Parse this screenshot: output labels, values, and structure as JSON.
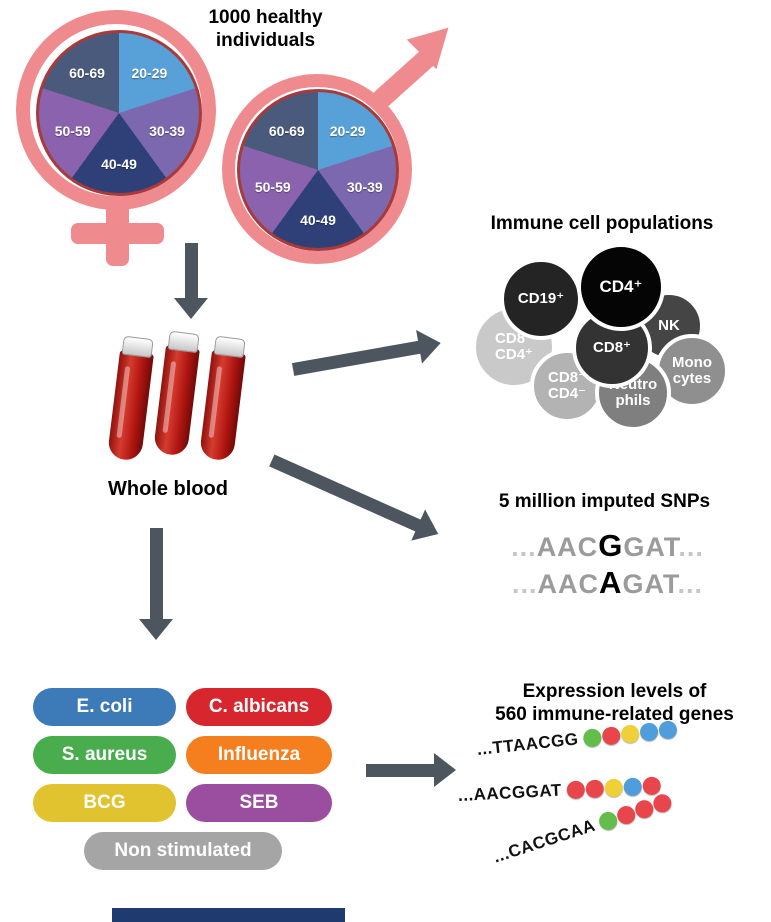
{
  "colors": {
    "gender_pink": "#ef8b8f",
    "arrow_gray": "#4d565f",
    "pie_ring_red": "#a93a3a",
    "blood_red": "#b01510",
    "bottom_panel_navy": "#1e3a6e"
  },
  "header": {
    "title": "1000 healthy individuals"
  },
  "age_pie": {
    "segments": [
      {
        "label": "20-29",
        "color": "#58a0d8"
      },
      {
        "label": "30-39",
        "color": "#7b68ae"
      },
      {
        "label": "40-49",
        "color": "#2e4077"
      },
      {
        "label": "50-59",
        "color": "#8a62ad"
      },
      {
        "label": "60-69",
        "color": "#4a5a7d"
      }
    ]
  },
  "whole_blood": {
    "label": "Whole blood"
  },
  "immune_cells": {
    "title": "Immune cell populations",
    "cells": [
      {
        "label": "CD19⁺",
        "color": "#242424"
      },
      {
        "label": "CD4⁺",
        "color": "#050505"
      },
      {
        "label": "NK",
        "color": "#454545"
      },
      {
        "label": "CD8⁺",
        "color": "#333333"
      },
      {
        "label": "CD8⁺\nCD4⁺",
        "color": "#c9c9c9"
      },
      {
        "label": "CD8⁻\nCD4⁻",
        "color": "#b3b3b3"
      },
      {
        "label": "Neutro\nphils",
        "color": "#7f7f7f"
      },
      {
        "label": "Mono\ncytes",
        "color": "#8f8f8f"
      }
    ]
  },
  "snps": {
    "title": "5 million imputed SNPs",
    "sequences": [
      {
        "lead": "...",
        "pre": "AAC",
        "variant": "G",
        "post": "GAT",
        "trail": "..."
      },
      {
        "lead": "...",
        "pre": "AAC",
        "variant": "A",
        "post": "GAT",
        "trail": "..."
      }
    ]
  },
  "stimulations": {
    "items": [
      {
        "label": "E. coli",
        "color": "#3d7ab8"
      },
      {
        "label": "C. albicans",
        "color": "#d8262f"
      },
      {
        "label": "S. aureus",
        "color": "#49ad4e"
      },
      {
        "label": "Influenza",
        "color": "#f57f1f"
      },
      {
        "label": "BCG",
        "color": "#e0c32e"
      },
      {
        "label": "SEB",
        "color": "#9b4d9f"
      },
      {
        "label": "Non stimulated",
        "color": "#a5a5a5"
      }
    ]
  },
  "expression": {
    "title": "Expression levels of\n560 immune-related genes",
    "dot_palette": {
      "green": "#62bd4a",
      "red": "#e8464b",
      "yellow": "#f0d038",
      "blue": "#4f9ddb"
    },
    "reads": [
      {
        "seq": "...TTAACGG",
        "dots": [
          "#62bd4a",
          "#e8464b",
          "#f0d038",
          "#4f9ddb",
          "#4f9ddb"
        ]
      },
      {
        "seq": "...AACGGAT",
        "dots": [
          "#e8464b",
          "#e8464b",
          "#f0d038",
          "#4f9ddb",
          "#e8464b"
        ]
      },
      {
        "seq": "...CACGCAA",
        "dots": [
          "#62bd4a",
          "#e8464b",
          "#e8464b",
          "#e8464b"
        ]
      }
    ]
  }
}
